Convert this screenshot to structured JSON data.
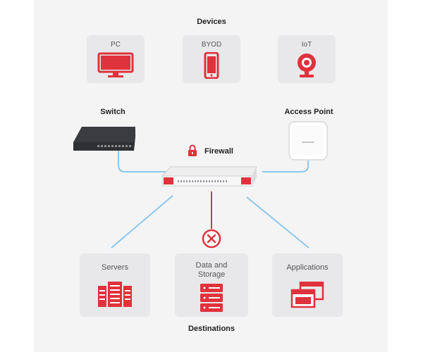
{
  "title_devices": "Devices",
  "devices": [
    {
      "label": "PC",
      "icon": "monitor-icon"
    },
    {
      "label": "BYOD",
      "icon": "smartphone-icon"
    },
    {
      "label": "IoT",
      "icon": "webcam-icon"
    }
  ],
  "switch_label": "Switch",
  "access_point_label": "Access Point",
  "firewall_label": "Firewall",
  "destinations": [
    {
      "label_line1": "Servers",
      "label_line2": "",
      "icon": "server-icon"
    },
    {
      "label_line1": "Data and",
      "label_line2": "Storage",
      "icon": "storage-icon"
    },
    {
      "label_line1": "Applications",
      "label_line2": "",
      "icon": "application-windows-icon"
    }
  ],
  "title_destinations": "Destinations",
  "colors": {
    "accent_red": "#e0323c",
    "line_blue": "#8cc8ec",
    "card_gray": "#e8e8ea",
    "panel_gray": "#f4f4f5",
    "switch_dark": "#2e3034"
  }
}
